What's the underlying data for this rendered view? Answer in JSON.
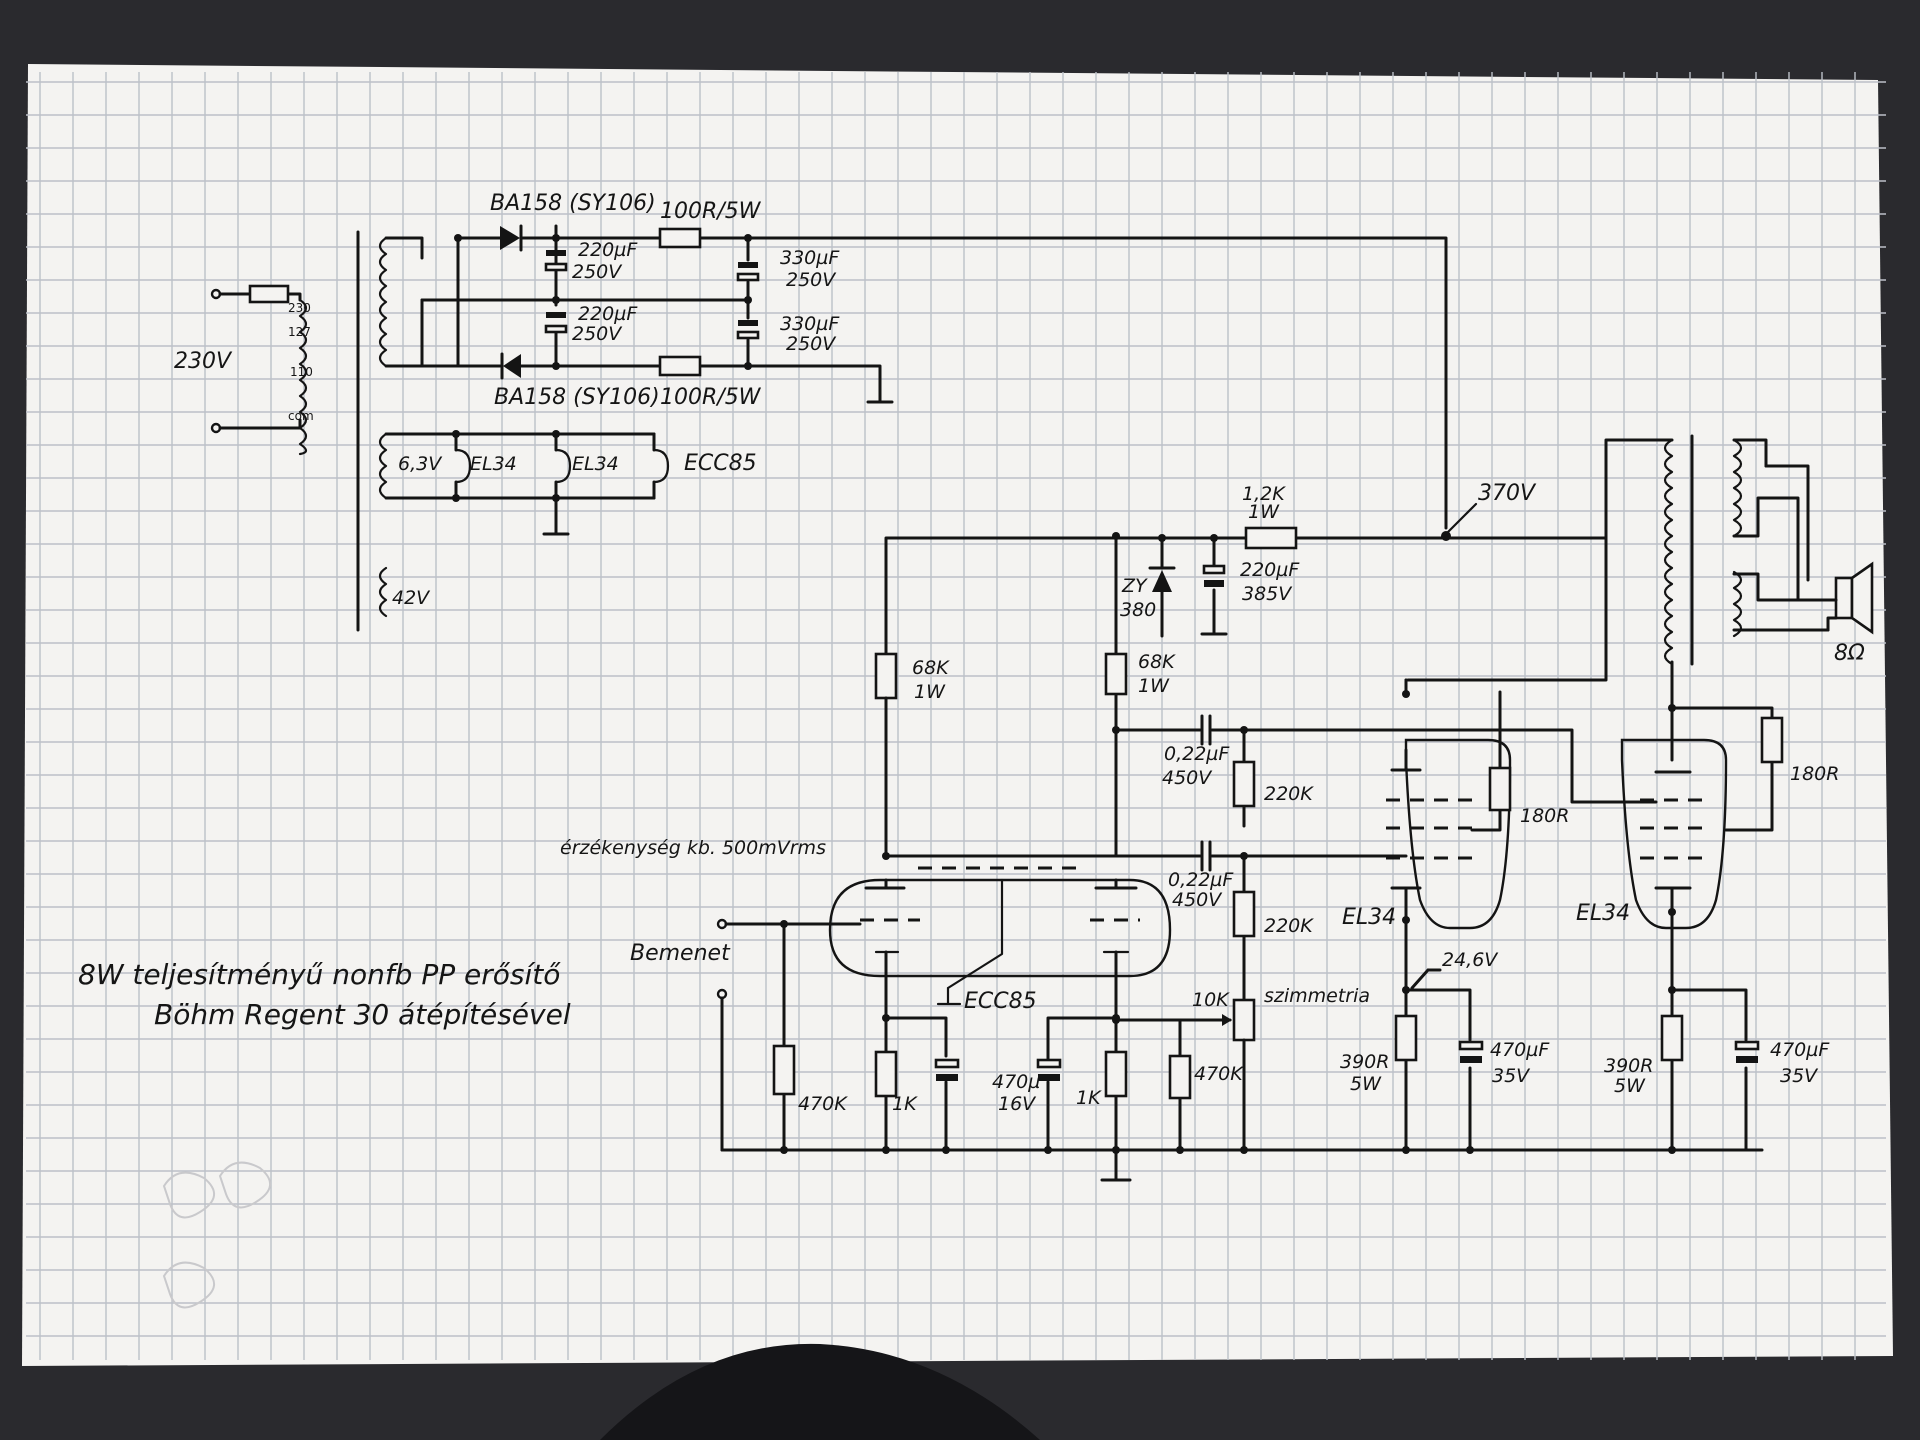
{
  "title": {
    "line1": "8W teljesítményű nonfb PP erősítő",
    "line2": "Böhm Regent 30 átépítésével"
  },
  "power_supply": {
    "mains_voltage": "230V",
    "primary_taps": [
      "230",
      "127",
      "110",
      "com"
    ],
    "diode_top": "BA158 (SY106)",
    "diode_bottom": "BA158 (SY106)",
    "resistor_top": "100R/5W",
    "resistor_bottom": "100R/5W",
    "cap_input_top": [
      "220µF",
      "250V"
    ],
    "cap_input_bottom": [
      "220µF",
      "250V"
    ],
    "cap_out_top": [
      "330µF",
      "250V"
    ],
    "cap_out_bottom": [
      "330µF",
      "250V"
    ]
  },
  "heaters": {
    "winding": "6,3V",
    "tubes": [
      "EL34",
      "EL34",
      "ECC85"
    ],
    "aux_winding": "42V"
  },
  "b_plus": {
    "voltage": "370V",
    "dropper_resistor": [
      "1,2K",
      "1W"
    ],
    "zener": [
      "ZY",
      "380"
    ],
    "filter_cap": [
      "220µF",
      "385V"
    ]
  },
  "phase_splitter": {
    "tube": "ECC85",
    "plate_resistor_left": [
      "68K",
      "1W"
    ],
    "plate_resistor_right": [
      "68K",
      "1W"
    ],
    "cathode_resistor_left": "1K",
    "cathode_resistor_right": "1K",
    "cathode_cap": [
      "470µ",
      "16V"
    ],
    "grid_resistor": "470K",
    "input_label": "Bemenet",
    "sensitivity": "érzékenység kb. 500mVrms"
  },
  "coupling": {
    "cap_top": [
      "0,22µF",
      "450V"
    ],
    "cap_bottom": [
      "0,22µF",
      "450V"
    ],
    "grid_leak_top": "220K",
    "grid_leak_bottom": "220K",
    "balance_pot": "10K",
    "balance_label": "szimmetria",
    "pot_resistor": "470K"
  },
  "output_stage": {
    "tube_left": "EL34",
    "tube_right": "EL34",
    "screen_resistor_left": "180R",
    "screen_resistor_right": "180R",
    "cathode_voltage": "24,6V",
    "cathode_resistor_left": [
      "390R",
      "5W"
    ],
    "cathode_resistor_right": [
      "390R",
      "5W"
    ],
    "cathode_cap_left": [
      "470µF",
      "35V"
    ],
    "cathode_cap_right": [
      "470µF",
      "35V"
    ],
    "speaker_impedance": "8Ω"
  }
}
